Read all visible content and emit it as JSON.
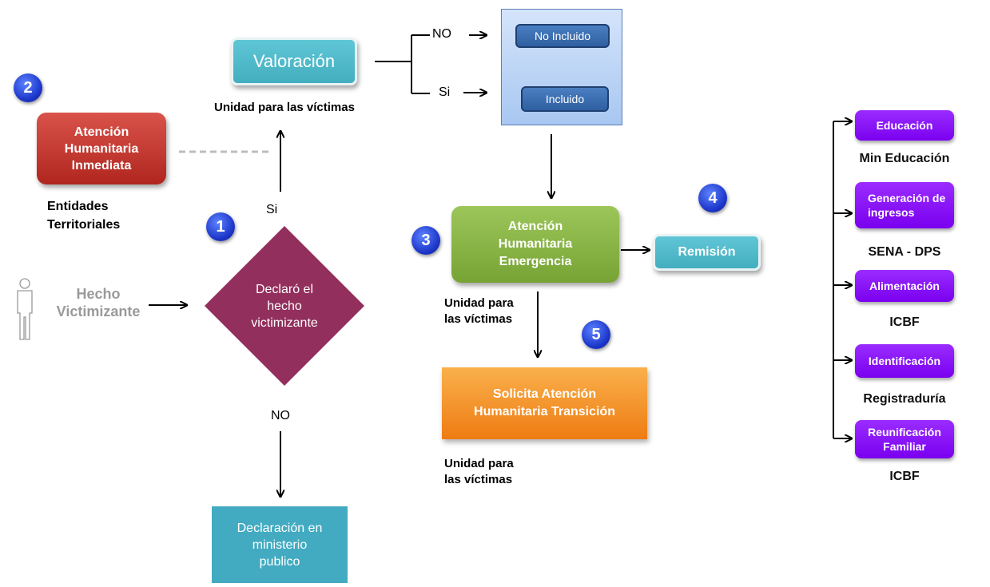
{
  "boxes": {
    "valoracion": "Valoración",
    "no_incluido": "No Incluido",
    "incluido": "Incluido",
    "atencion_inmediata": [
      "Atención",
      "Humanitaria",
      "Inmediata"
    ],
    "decision": [
      "Declaró el",
      "hecho",
      "victimizante"
    ],
    "atencion_emergencia": [
      "Atención",
      "Humanitaria",
      "Emergencia"
    ],
    "remision": "Remisión",
    "transicion": [
      "Solicita Atención",
      "Humanitaria Transición"
    ],
    "declaracion": [
      "Declaración en",
      "ministerio",
      "publico"
    ],
    "hecho_victimizante": [
      "Hecho",
      "Victimizante"
    ]
  },
  "labels": {
    "no_top": "NO",
    "si_top": "Si",
    "si_decision": "Si",
    "no_decision": "NO",
    "unidad_valoracion": "Unidad para las víctimas",
    "entidades": [
      "Entidades",
      "Territoriales"
    ],
    "unidad_emergencia": [
      "Unidad para",
      "las víctimas"
    ],
    "unidad_transicion": [
      "Unidad para",
      "las víctimas"
    ]
  },
  "steps": [
    "1",
    "2",
    "3",
    "4",
    "5"
  ],
  "services": [
    {
      "label": [
        "Educación"
      ],
      "agency": "Min Educación"
    },
    {
      "label": [
        "Generación de",
        "ingresos"
      ],
      "agency": "SENA - DPS"
    },
    {
      "label": [
        "Alimentación"
      ],
      "agency": "ICBF"
    },
    {
      "label": [
        "Identificación"
      ],
      "agency": "Registraduría"
    },
    {
      "label": [
        "Reunificación",
        "Familiar"
      ],
      "agency": "ICBF"
    }
  ],
  "colors": {
    "valoracion": "#4fbccd",
    "inmediata": "#c43a31",
    "emergencia": "#8ab84a",
    "transicion": "#f59a2f",
    "declaracion": "#43abc1",
    "diamond": "#922f5d",
    "service": "#8a10ff",
    "step": "#1b35c8"
  }
}
